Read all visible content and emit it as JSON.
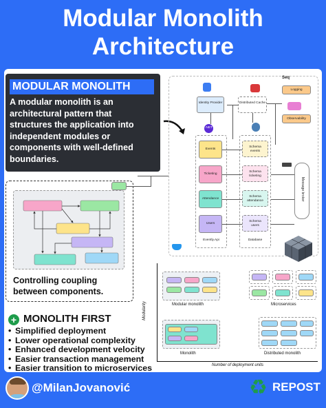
{
  "title": "Modular Monolith Architecture",
  "intro": {
    "heading": "MODULAR MONOLITH",
    "text": "A modular monolith is an architectural pattern that structures the application into independent modules or components with well-defined boundaries."
  },
  "coupling": {
    "caption": "Controlling coupling between components."
  },
  "monolith_first": {
    "title": "MONOLITH FIRST",
    "items": [
      "Simplified deployment",
      "Lower operational complexity",
      "Enhanced development velocity",
      "Easier transaction management",
      "Easier transition to microservices"
    ]
  },
  "footer": {
    "handle": "@MilanJovanović",
    "repost": "REPOST"
  },
  "architecture": {
    "identity_provider": "Identity Provider",
    "distributed_cache": "Distributed Cache",
    "seq": "Seq",
    "logging": "Logging",
    "observability": "Observability",
    "net": ".NET",
    "modules": [
      "Events",
      "Ticketing",
      "Attendance",
      "Users"
    ],
    "schema_label": "Schema",
    "schemas": [
      "events",
      "ticketing",
      "attendance",
      "users"
    ],
    "host": "Evently.Api",
    "database": "Database",
    "broker": "Message broker"
  },
  "quadrant": {
    "ylabel": "Modularity",
    "xlabel": "Number of deployment units",
    "modular_monolith": "Modular monolith",
    "microservices": "Microservices",
    "monolith": "Monolith",
    "distributed_monolith": "Distributed monolith"
  },
  "colors": {
    "background": "#2d6df6",
    "dark": "#2b2e34",
    "events": "#fde48a",
    "ticketing": "#f7a6c9",
    "attendance": "#7fe3cf",
    "users": "#c5b6f5",
    "green": "#1e9c4b"
  }
}
